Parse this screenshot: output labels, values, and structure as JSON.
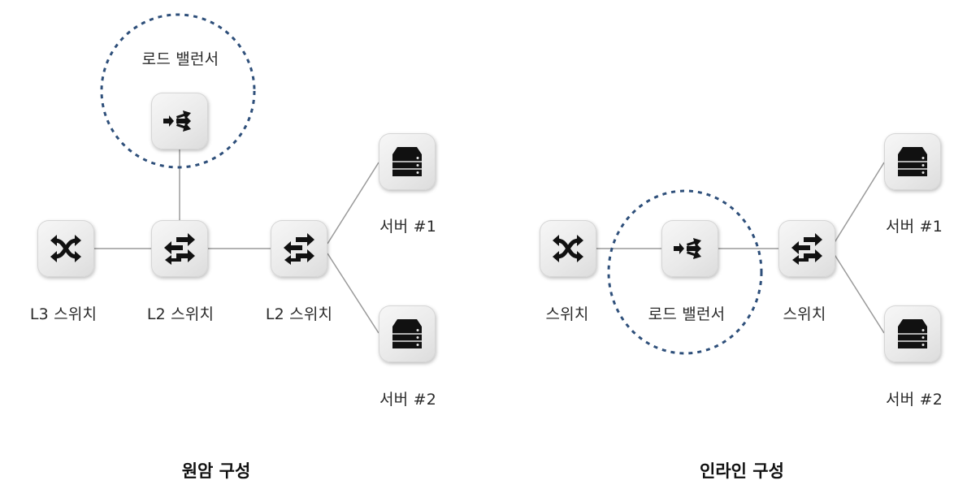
{
  "colors": {
    "highlight_circle": "#2e4f7a",
    "link": "#9a9a9a",
    "icon": "#111111"
  },
  "one_arm": {
    "caption": "원암 구성",
    "load_balancer": {
      "label": "로드 밸런서",
      "icon": "load-balancer-icon"
    },
    "l3_switch": {
      "label": "L3 스위치",
      "icon": "l3-switch-icon"
    },
    "l2_switch_a": {
      "label": "L2 스위치",
      "icon": "l2-switch-icon"
    },
    "l2_switch_b": {
      "label": "L2 스위치",
      "icon": "l2-switch-icon"
    },
    "server_1": {
      "label": "서버 #1",
      "icon": "server-icon"
    },
    "server_2": {
      "label": "서버 #2",
      "icon": "server-icon"
    }
  },
  "inline": {
    "caption": "인라인 구성",
    "switch_a": {
      "label": "스위치",
      "icon": "l3-switch-icon"
    },
    "load_balancer": {
      "label": "로드 밸런서",
      "icon": "load-balancer-icon"
    },
    "switch_b": {
      "label": "스위치",
      "icon": "l2-switch-icon"
    },
    "server_1": {
      "label": "서버 #1",
      "icon": "server-icon"
    },
    "server_2": {
      "label": "서버 #2",
      "icon": "server-icon"
    }
  }
}
